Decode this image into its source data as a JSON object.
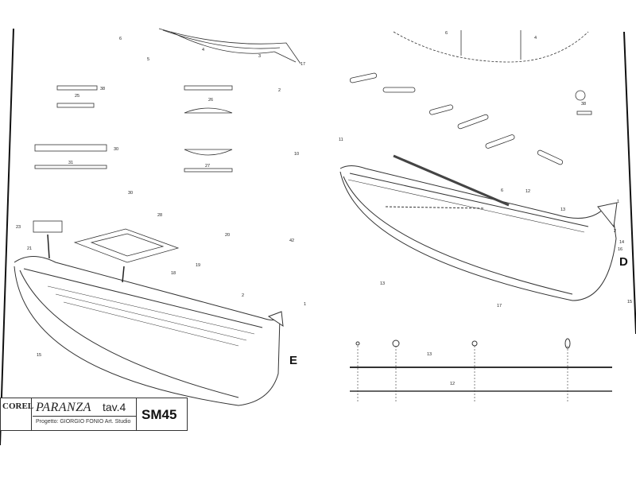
{
  "title_block": {
    "logo": "COREL",
    "model_name": "PARANZA",
    "sheet": "tav.4",
    "credit": "Progetto: GIORGIO FONIO Art. Studio",
    "code": "SM45"
  },
  "sections": {
    "left": "E",
    "right": "D"
  },
  "labels_left": [
    "6",
    "3",
    "5",
    "4",
    "2",
    "17",
    "38",
    "25",
    "26",
    "30",
    "31",
    "27",
    "30",
    "28",
    "20",
    "23",
    "21",
    "18",
    "19",
    "42",
    "2",
    "1",
    "15"
  ],
  "labels_right": [
    "6",
    "4",
    "38",
    "10",
    "11",
    "6",
    "12",
    "13",
    "1",
    "2",
    "14",
    "16",
    "13",
    "17",
    "15",
    "13",
    "12"
  ],
  "colors": {
    "ink": "#222222",
    "paper": "#ffffff"
  }
}
